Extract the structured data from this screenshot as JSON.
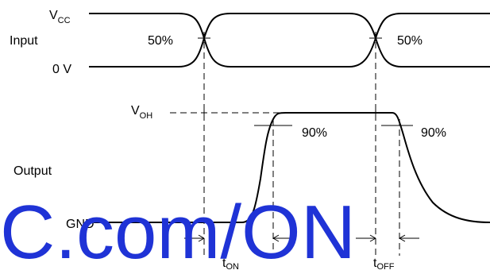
{
  "labels": {
    "vcc_main": "V",
    "vcc_sub": "CC",
    "input": "Input",
    "zero_v": "0 V",
    "pct50_left": "50%",
    "pct50_right": "50%",
    "voh_main": "V",
    "voh_sub": "OH",
    "pct90_left": "90%",
    "pct90_right": "90%",
    "output": "Output",
    "gnd": "GND",
    "ton_main": "t",
    "ton_sub": "ON",
    "toff_main": "t",
    "toff_sub": "OFF"
  },
  "watermark": "C.com/ON",
  "colors": {
    "watermark": "#1f33d6",
    "line": "#000000"
  }
}
